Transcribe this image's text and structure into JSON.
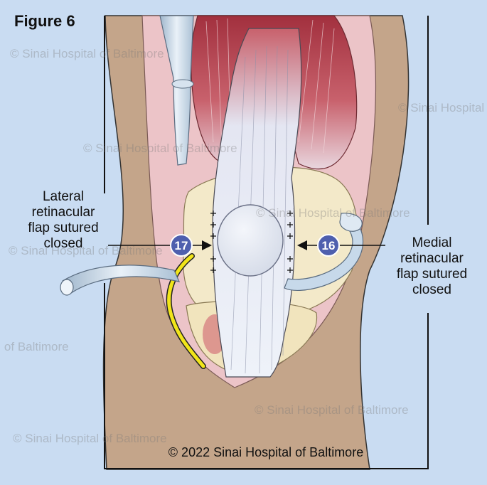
{
  "figure_title": "Figure 6",
  "labels": {
    "lateral": [
      "Lateral",
      "retinacular",
      "flap sutured",
      "closed"
    ],
    "medial": [
      "Medial",
      "retinacular",
      "flap sutured",
      "closed"
    ]
  },
  "markers": {
    "lateral_number": "17",
    "medial_number": "16"
  },
  "watermark_text": "© Sinai Hospital of Baltimore",
  "copyright": "© 2022 Sinai Hospital of Baltimore",
  "colors": {
    "background": "#c9dcf2",
    "skin": "#c4a58a",
    "tissue_pink": "#ecc4c8",
    "muscle_red": "#b33a48",
    "bone": "#f3e9c9",
    "tendon": "#e8eef7",
    "marker_fill": "#4e5fae",
    "drain_yellow": "#f1e51a",
    "retractor": "#c7d9ea"
  }
}
